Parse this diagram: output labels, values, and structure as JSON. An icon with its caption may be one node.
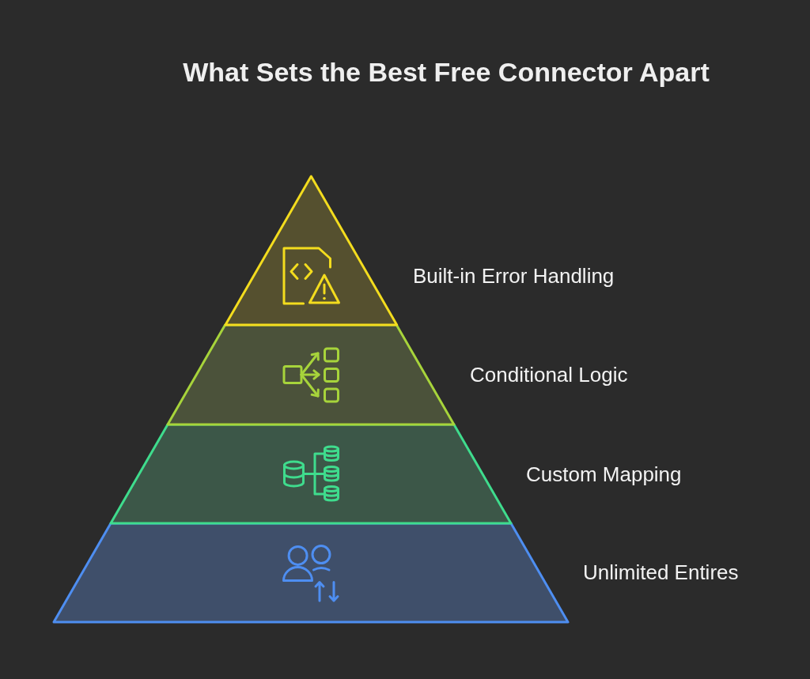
{
  "diagram": {
    "title": "What Sets the Best Free Connector Apart",
    "nodes": [
      {
        "text": [],
        "shape": "triangle",
        "beside": [
          "Built-in Error Handling"
        ]
      },
      {
        "text": [],
        "shape": "trapezoid",
        "beside": [
          "Conditional Logic"
        ]
      },
      {
        "text": [],
        "shape": "trapezoid",
        "beside": [
          "Custom Mapping"
        ]
      },
      {
        "text": [],
        "shape": "trapezoid",
        "beside": [
          "Unlimited Entires"
        ]
      }
    ]
  }
}
